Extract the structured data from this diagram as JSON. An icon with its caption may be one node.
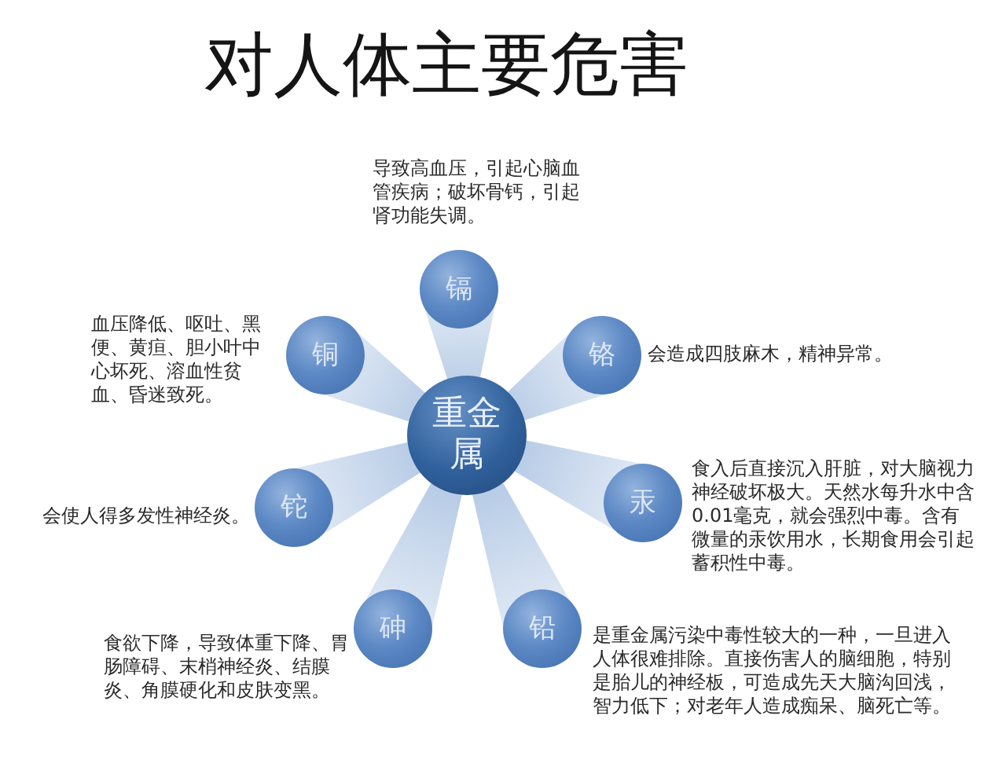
{
  "diagram": {
    "title": "对人体主要危害",
    "nodes": [
      {
        "text": [
          "重金属"
        ]
      },
      {
        "text": [
          "镉"
        ],
        "beside": [
          "导致高血压，引起心脑血管疾病；破坏骨钙，引起肾功能失调。"
        ]
      },
      {
        "text": [
          "铬"
        ],
        "beside": [
          "会造成四肢麻木，精神异常。"
        ]
      },
      {
        "text": [
          "汞"
        ],
        "beside": [
          "食入后直接沉入肝脏，对大脑视力神经破坏极大。天然水每升水中含0.01毫克，就会强烈中毒。含有微量的汞饮用水，长期食用会引起蓄积性中毒。"
        ]
      },
      {
        "text": [
          "铅"
        ],
        "beside": [
          "是重金属污染中毒性较大的一种，一旦进入人体很难排除。直接伤害人的脑细胞，特别是胎儿的神经板，可造成先天大脑沟回浅，智力低下；对老年人造成痴呆、脑死亡等。"
        ]
      },
      {
        "text": [
          "砷"
        ],
        "beside": [
          "食欲下降，导致体重下降、胃肠障碍、末梢神经炎、结膜炎、角膜硬化和皮肤变黑。"
        ]
      },
      {
        "text": [
          "铊"
        ],
        "beside": [
          "会使人得多发性神经炎。"
        ]
      },
      {
        "text": [
          "铜"
        ],
        "beside": [
          "血压降低、呕吐、黑便、黄疸、胆小叶中心坏死、溶血性贫血、昏迷致死。"
        ]
      }
    ],
    "edges": [
      {
        "from": 0,
        "to": 1,
        "arrow": "none"
      },
      {
        "from": 0,
        "to": 2,
        "arrow": "none"
      },
      {
        "from": 0,
        "to": 3,
        "arrow": "none"
      },
      {
        "from": 0,
        "to": 4,
        "arrow": "none"
      },
      {
        "from": 0,
        "to": 5,
        "arrow": "none"
      },
      {
        "from": 0,
        "to": 6,
        "arrow": "none"
      },
      {
        "from": 0,
        "to": 7,
        "arrow": "none"
      }
    ]
  }
}
